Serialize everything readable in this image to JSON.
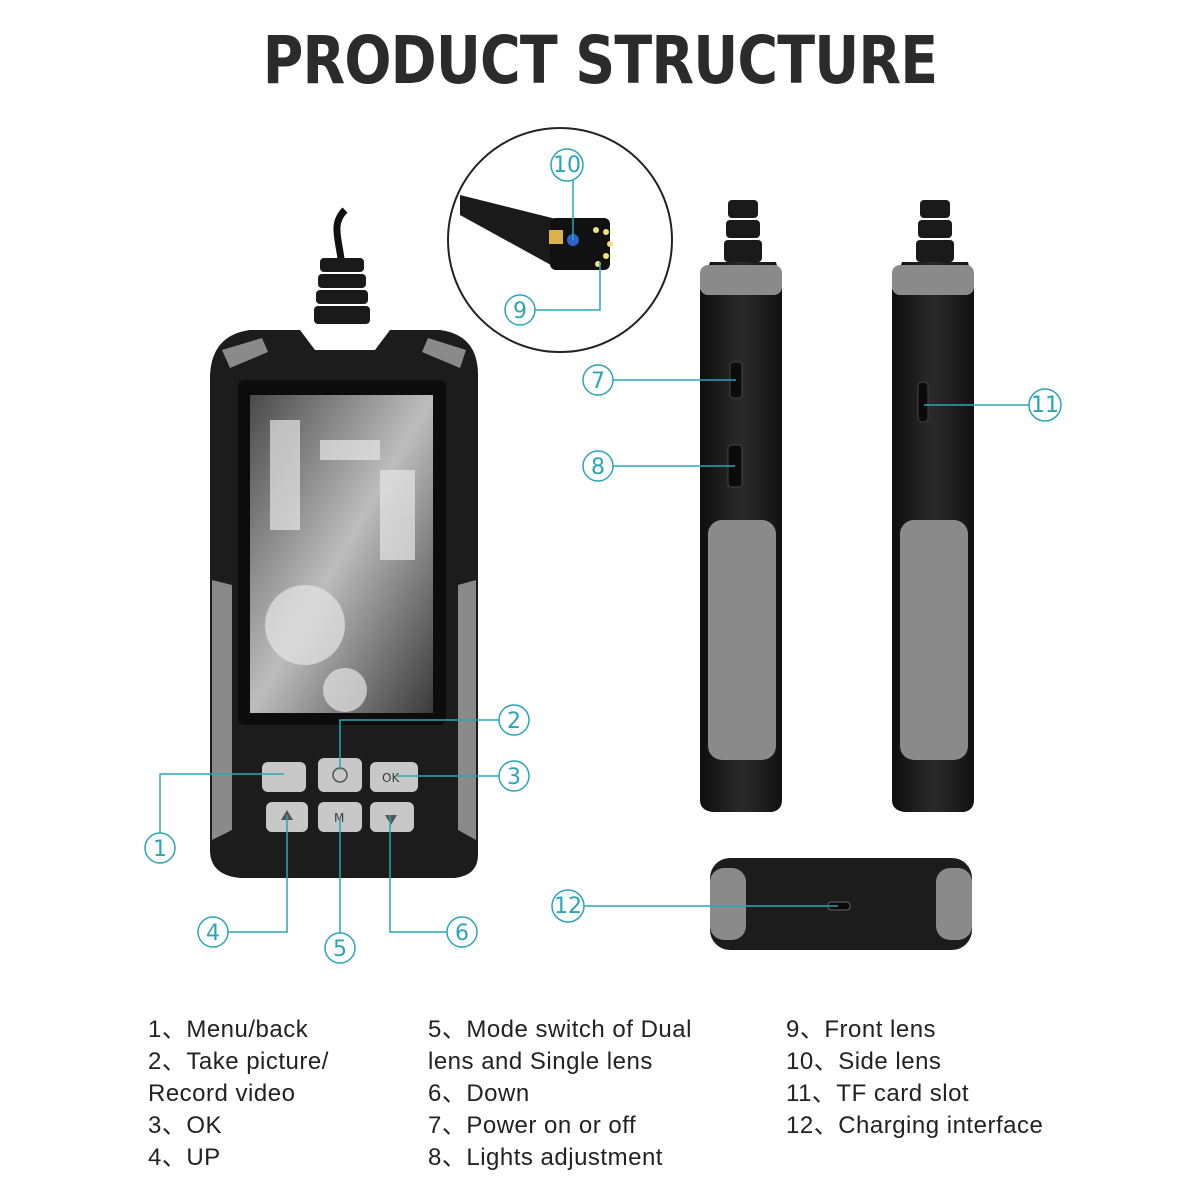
{
  "title": "PRODUCT STRUCTURE",
  "colors": {
    "accent": "#2aa5b7",
    "body_black": "#1c1c1c",
    "body_gray": "#8a8a8a",
    "button_gray": "#c8c8c8"
  },
  "buttons": {
    "ok": "OK",
    "mode": "M"
  },
  "callouts": [
    {
      "num": "1"
    },
    {
      "num": "2"
    },
    {
      "num": "3"
    },
    {
      "num": "4"
    },
    {
      "num": "5"
    },
    {
      "num": "6"
    },
    {
      "num": "7"
    },
    {
      "num": "8"
    },
    {
      "num": "9"
    },
    {
      "num": "10"
    },
    {
      "num": "11"
    },
    {
      "num": "12"
    }
  ],
  "legend": {
    "col1": [
      "1、Menu/back",
      "2、Take picture/ Record video",
      "3、OK",
      "4、UP"
    ],
    "col2": [
      "5、Mode switch of Dual lens and Single lens",
      "6、Down",
      "7、Power on or off",
      "8、Lights adjustment"
    ],
    "col3": [
      "9、Front lens",
      "10、Side lens",
      "11、TF card slot",
      "12、Charging interface"
    ]
  }
}
